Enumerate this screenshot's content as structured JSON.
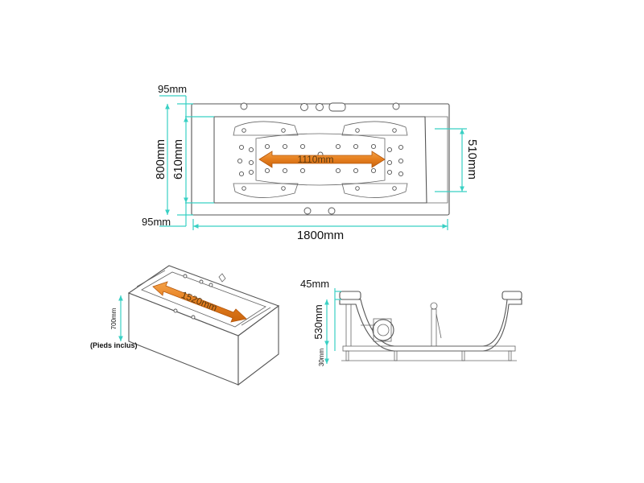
{
  "colors": {
    "dimension_line": "#39d0c4",
    "arrow_fill": "#e57e1e",
    "outline": "#555555",
    "text": "#111111"
  },
  "top_view": {
    "dim_top_rim": "95mm",
    "dim_total_width": "800mm",
    "dim_inner_width": "610mm",
    "dim_bottom_rim": "95mm",
    "dim_length": "1800mm",
    "dim_basin_width": "510mm",
    "arrow_label": "1110mm"
  },
  "iso_view": {
    "dim_height": "700mm",
    "note": "(Pieds inclus)",
    "arrow_label": "1520mm"
  },
  "side_view": {
    "dim_rim": "45mm",
    "dim_depth": "530mm",
    "dim_feet": "30mm"
  }
}
